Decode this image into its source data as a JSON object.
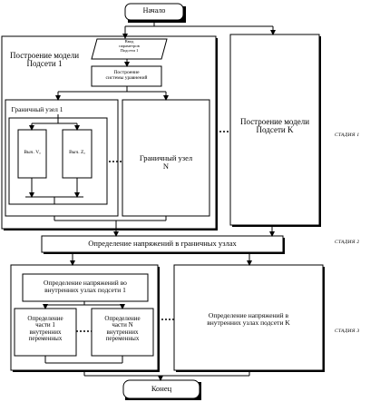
{
  "start": "Начало",
  "end": "Конец",
  "subnet1": {
    "title": "Построение модели\nПодсети 1",
    "input": "Ввод\nпараметров\nПодсети 1",
    "equations": "Построение\nсистемы уравнений",
    "boundary1": {
      "title": "Граничный узел 1",
      "calc_v": "Выч. Vₐ",
      "calc_z": "Выч. Zₐ"
    },
    "boundaryN": "Граничный узел\nN"
  },
  "subnetK": "Построение модели\nПодсети K",
  "boundary_voltages": "Определение напряжений в граничных узлах",
  "internal1": {
    "title": "Определение напряжений во\nвнутренних узлах подсети 1",
    "part1": "Определение\nчасти 1\nвнутренних\nпеременных",
    "partN": "Определение\nчасти N\nвнутренних\nпеременных"
  },
  "internalK": "Определение напряжений в\nвнутренних узлах подсети K",
  "stages": [
    "СТАДИЯ 1",
    "СТАДИЯ 2",
    "СТАДИЯ 3"
  ]
}
